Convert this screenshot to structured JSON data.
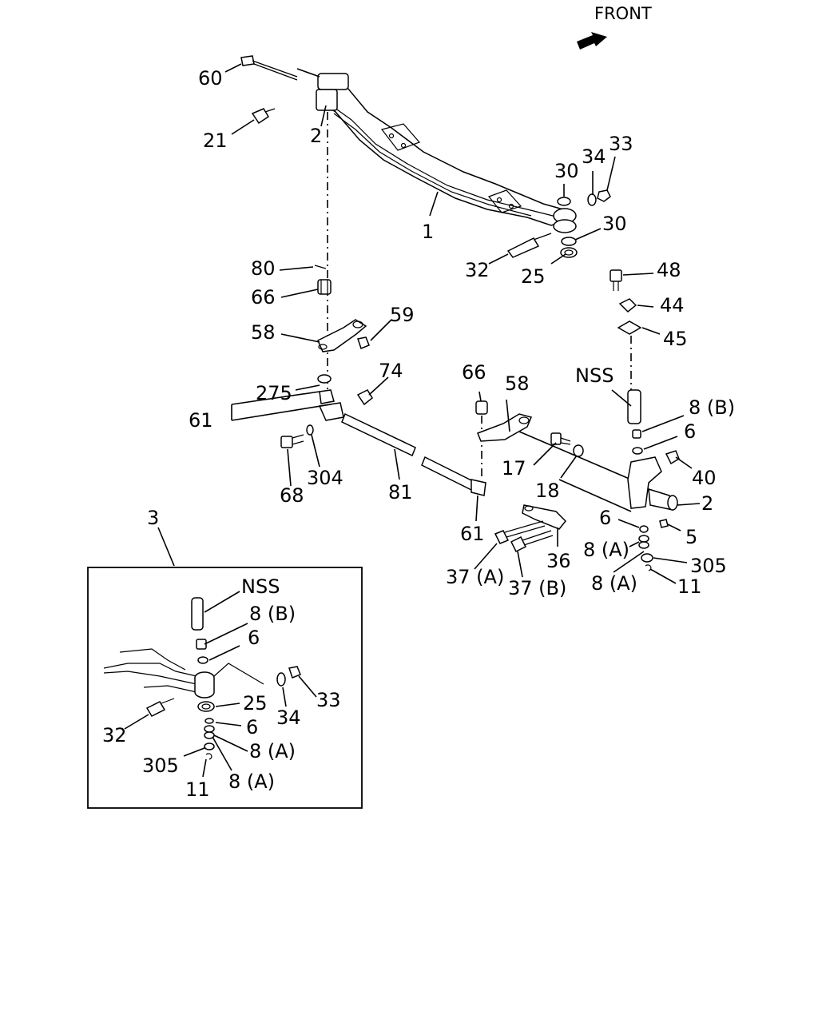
{
  "front_label": "FRONT",
  "inset_label": "3",
  "callouts": [
    {
      "id": "c60",
      "text": "60"
    },
    {
      "id": "c21",
      "text": "21"
    },
    {
      "id": "c2a",
      "text": "2"
    },
    {
      "id": "c1",
      "text": "1"
    },
    {
      "id": "c30a",
      "text": "30"
    },
    {
      "id": "c34",
      "text": "34"
    },
    {
      "id": "c33",
      "text": "33"
    },
    {
      "id": "c30b",
      "text": "30"
    },
    {
      "id": "c32",
      "text": "32"
    },
    {
      "id": "c25",
      "text": "25"
    },
    {
      "id": "c80",
      "text": "80"
    },
    {
      "id": "c66a",
      "text": "66"
    },
    {
      "id": "c58a",
      "text": "58"
    },
    {
      "id": "c59",
      "text": "59"
    },
    {
      "id": "c48",
      "text": "48"
    },
    {
      "id": "c44",
      "text": "44"
    },
    {
      "id": "c45",
      "text": "45"
    },
    {
      "id": "cnss1",
      "text": "NSS"
    },
    {
      "id": "c275",
      "text": "275"
    },
    {
      "id": "c74",
      "text": "74"
    },
    {
      "id": "c61a",
      "text": "61"
    },
    {
      "id": "c66b",
      "text": "66"
    },
    {
      "id": "c58b",
      "text": "58"
    },
    {
      "id": "c8b1",
      "text": "8 (B)"
    },
    {
      "id": "c6a",
      "text": "6"
    },
    {
      "id": "c17",
      "text": "17"
    },
    {
      "id": "c40",
      "text": "40"
    },
    {
      "id": "c68",
      "text": "68"
    },
    {
      "id": "c304",
      "text": "304"
    },
    {
      "id": "c81",
      "text": "81"
    },
    {
      "id": "c18",
      "text": "18"
    },
    {
      "id": "c2b",
      "text": "2"
    },
    {
      "id": "c61b",
      "text": "61"
    },
    {
      "id": "c6b",
      "text": "6"
    },
    {
      "id": "c5",
      "text": "5"
    },
    {
      "id": "c36",
      "text": "36"
    },
    {
      "id": "c8a1",
      "text": "8 (A)"
    },
    {
      "id": "c305a",
      "text": "305"
    },
    {
      "id": "c37a",
      "text": "37 (A)"
    },
    {
      "id": "c37b",
      "text": "37 (B)"
    },
    {
      "id": "c8a2",
      "text": "8 (A)"
    },
    {
      "id": "c11a",
      "text": "11"
    },
    {
      "id": "cnss2",
      "text": "NSS"
    },
    {
      "id": "c8b2",
      "text": "8 (B)"
    },
    {
      "id": "c6c",
      "text": "6"
    },
    {
      "id": "c33b",
      "text": "33"
    },
    {
      "id": "c25b",
      "text": "25"
    },
    {
      "id": "c34b",
      "text": "34"
    },
    {
      "id": "c32b",
      "text": "32"
    },
    {
      "id": "c6d",
      "text": "6"
    },
    {
      "id": "c8a3",
      "text": "8 (A)"
    },
    {
      "id": "c305b",
      "text": "305"
    },
    {
      "id": "c11b",
      "text": "11"
    },
    {
      "id": "c8a4",
      "text": "8 (A)"
    }
  ]
}
